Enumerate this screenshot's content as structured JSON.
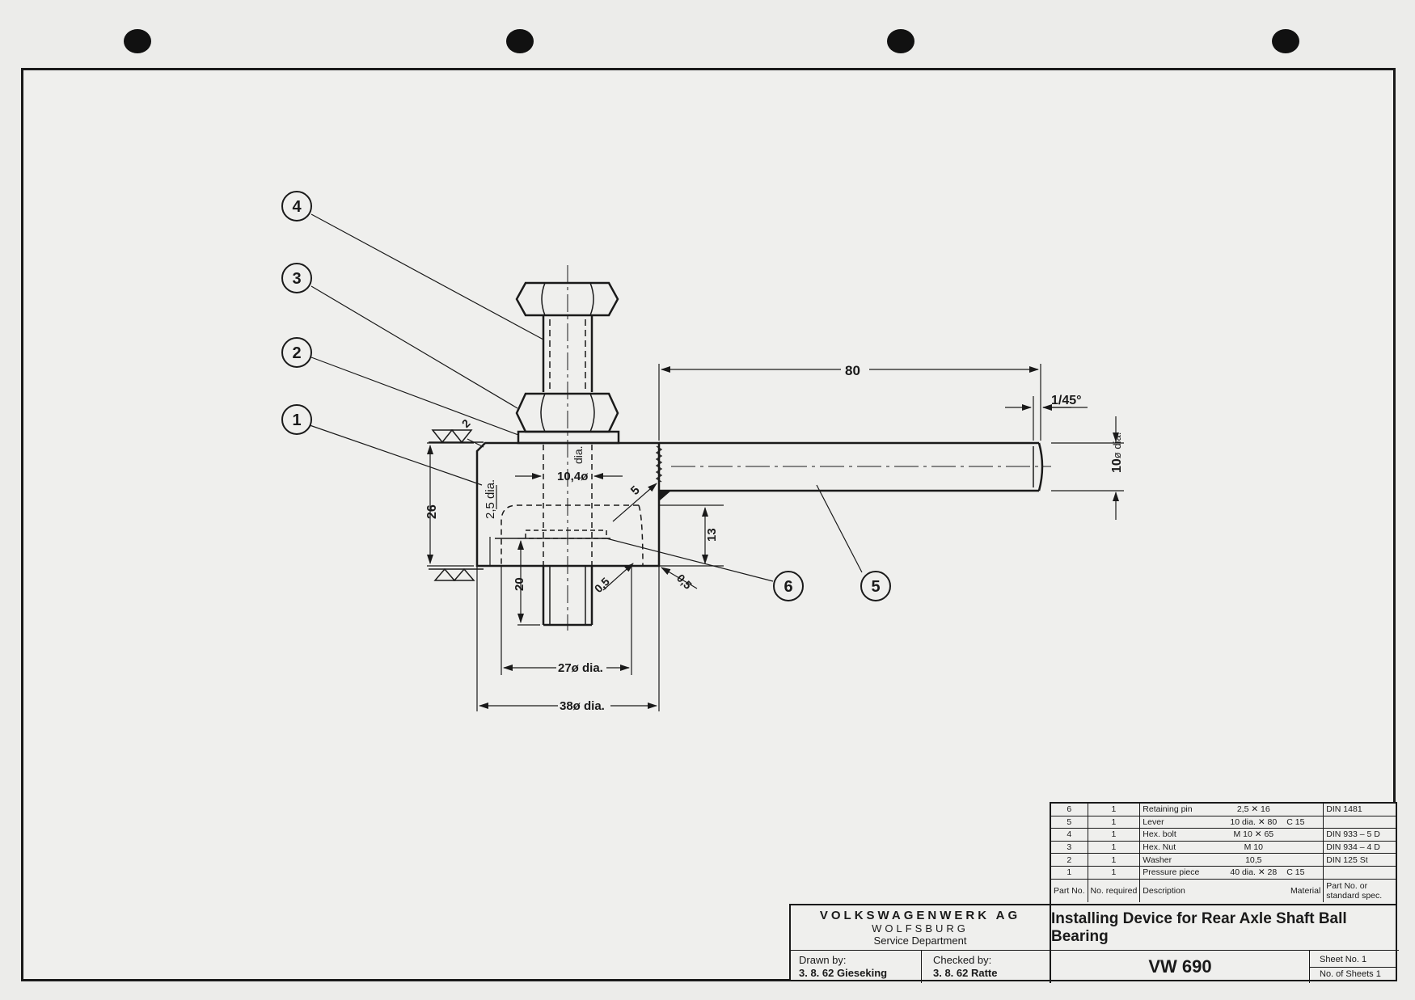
{
  "callouts": [
    "1",
    "2",
    "3",
    "4",
    "5",
    "6"
  ],
  "dimensions": {
    "lever_length": "80",
    "chamfer": "1/45°",
    "lever_dia": "10",
    "lever_dia_suffix": "ø dia.",
    "block_height": "26",
    "pin_offset": "2,5 dia.",
    "bolt_hole": "10,4ø",
    "dia_label": "dia.",
    "weld_size": "5",
    "depth_13": "13",
    "depth_20": "20",
    "chamfer_05_left": "0,5",
    "chamfer_05_right": "0,5",
    "step_2": "2",
    "inner_dia": "27ø dia.",
    "outer_dia": "38ø dia."
  },
  "parts": [
    {
      "no": "6",
      "qty": "1",
      "desc": "Retaining pin",
      "size": "2,5 ✕ 16",
      "material": "",
      "spec": "DIN 1481"
    },
    {
      "no": "5",
      "qty": "1",
      "desc": "Lever",
      "size": "10 dia. ✕ 80",
      "material": "C 15",
      "spec": ""
    },
    {
      "no": "4",
      "qty": "1",
      "desc": "Hex. bolt",
      "size": "M 10 ✕ 65",
      "material": "",
      "spec": "DIN 933 – 5 D"
    },
    {
      "no": "3",
      "qty": "1",
      "desc": "Hex. Nut",
      "size": "M 10",
      "material": "",
      "spec": "DIN 934 – 4 D"
    },
    {
      "no": "2",
      "qty": "1",
      "desc": "Washer",
      "size": "10,5",
      "material": "",
      "spec": "DIN 125 St"
    },
    {
      "no": "1",
      "qty": "1",
      "desc": "Pressure piece",
      "size": "40 dia. ✕ 28",
      "material": "C 15",
      "spec": ""
    }
  ],
  "parts_header": {
    "no": "Part No.",
    "qty": "No. required",
    "desc": "Description",
    "material": "Material",
    "spec": "Part No. or standard spec."
  },
  "titleblock": {
    "company": "VOLKSWAGENWERK AG",
    "city": "WOLFSBURG",
    "department": "Service Department",
    "drawn_label": "Drawn by:",
    "drawn_value": "3. 8. 62 Gieseking",
    "checked_label": "Checked by:",
    "checked_value": "3. 8. 62 Ratte",
    "title": "Installing Device for Rear Axle Shaft Ball Bearing",
    "drawing_no": "VW 690",
    "sheet_no": "Sheet No. 1",
    "sheet_count": "No. of Sheets 1"
  },
  "colors": {
    "paper": "#efefed",
    "ink": "#1a1a1a"
  }
}
